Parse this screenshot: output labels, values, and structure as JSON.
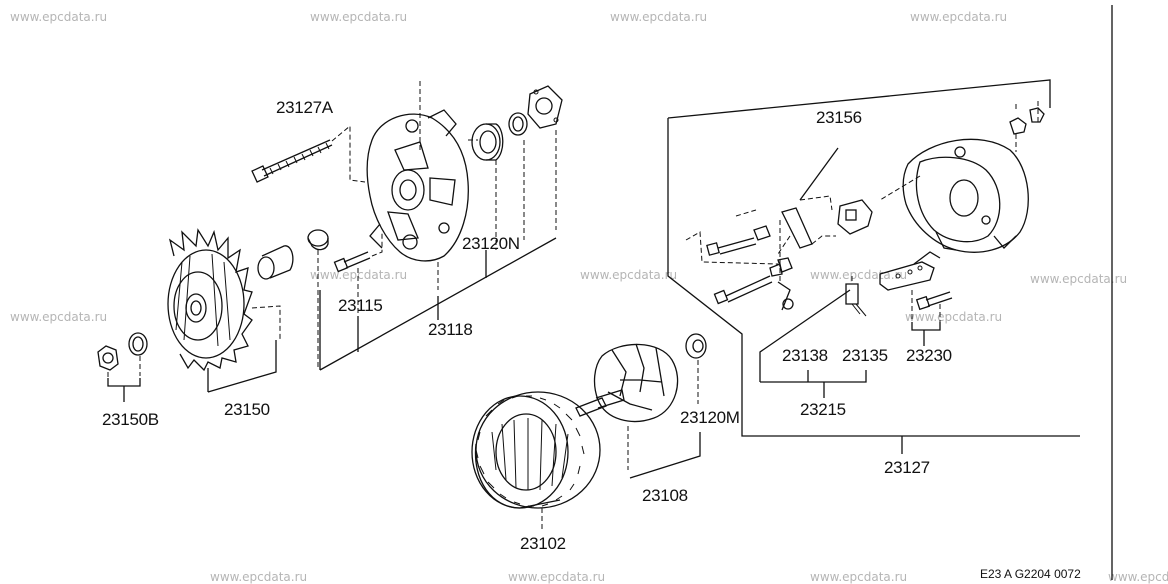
{
  "watermark": "www.epcdata.ru",
  "diagram_code": "E23 A G2204 0072",
  "parts": {
    "p23127A": "23127A",
    "p23156": "23156",
    "p23120N": "23120N",
    "p23115": "23115",
    "p23118": "23118",
    "p23150B": "23150B",
    "p23150": "23150",
    "p23138": "23138",
    "p23135": "23135",
    "p23230": "23230",
    "p23215": "23215",
    "p23120M": "23120M",
    "p23127": "23127",
    "p23108": "23108",
    "p23102": "23102"
  }
}
